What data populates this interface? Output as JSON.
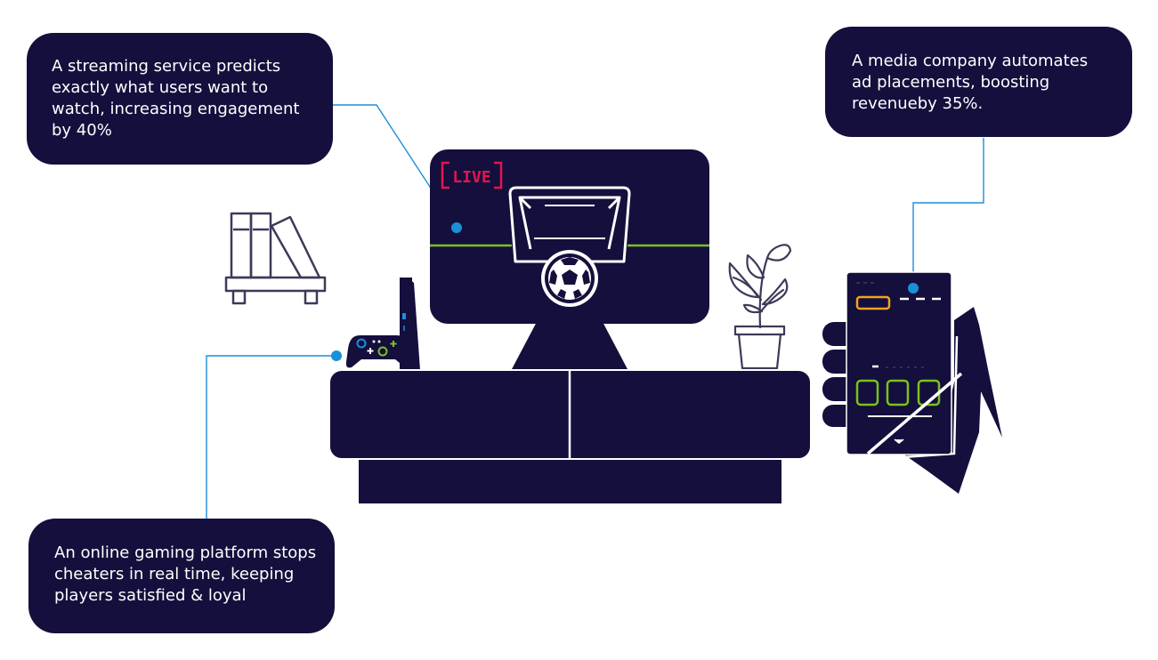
{
  "callouts": {
    "streaming": "A streaming service predicts exactly what users want to watch, increasing engagement by 40%",
    "media": "A media company automates ad placements, boosting revenueby 35%.",
    "gaming": "An online gaming platform stops cheaters in real time, keeping players satisfied & loyal"
  },
  "tv": {
    "badge": "LIVE"
  },
  "colors": {
    "navy": "#140f3c",
    "connector": "#1b8fd8",
    "live": "#e4154f",
    "green": "#7ac21d",
    "orange": "#f2a31f",
    "outline": "#3d3a58"
  }
}
